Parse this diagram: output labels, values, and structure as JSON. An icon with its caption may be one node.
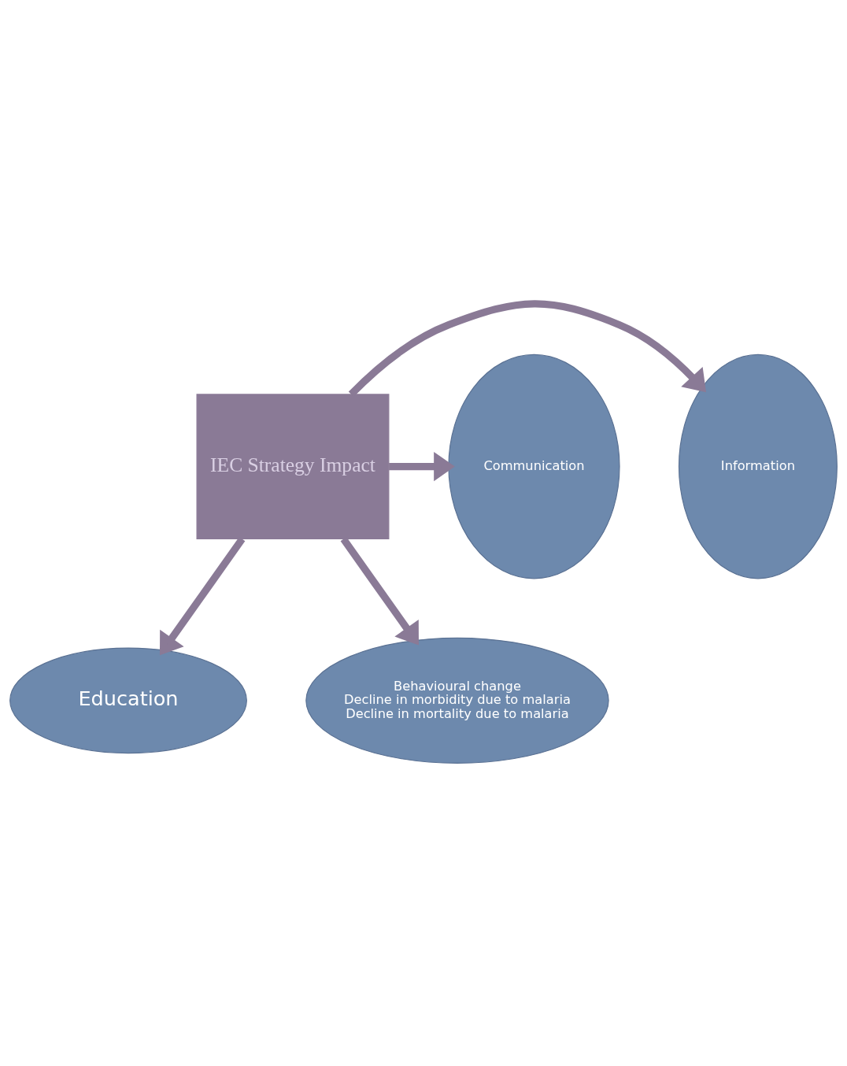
{
  "diagram": {
    "nodes": [
      {
        "text": [
          "Education"
        ]
      },
      {
        "text": [
          "Information"
        ]
      },
      {
        "text": [
          "IEC Strategy Impact"
        ]
      },
      {
        "text": [
          "Communication"
        ]
      },
      {
        "text": [
          "Behavioural change",
          "Decline in morbidity due to malaria",
          "Decline in mortality due to malaria"
        ]
      }
    ],
    "edges": [
      {
        "from": 2,
        "to": 0,
        "arrow": "to"
      },
      {
        "from": 2,
        "to": 1,
        "arrow": "to"
      },
      {
        "from": 2,
        "to": 3,
        "arrow": "to"
      },
      {
        "from": 2,
        "to": 4,
        "arrow": "to"
      }
    ]
  }
}
